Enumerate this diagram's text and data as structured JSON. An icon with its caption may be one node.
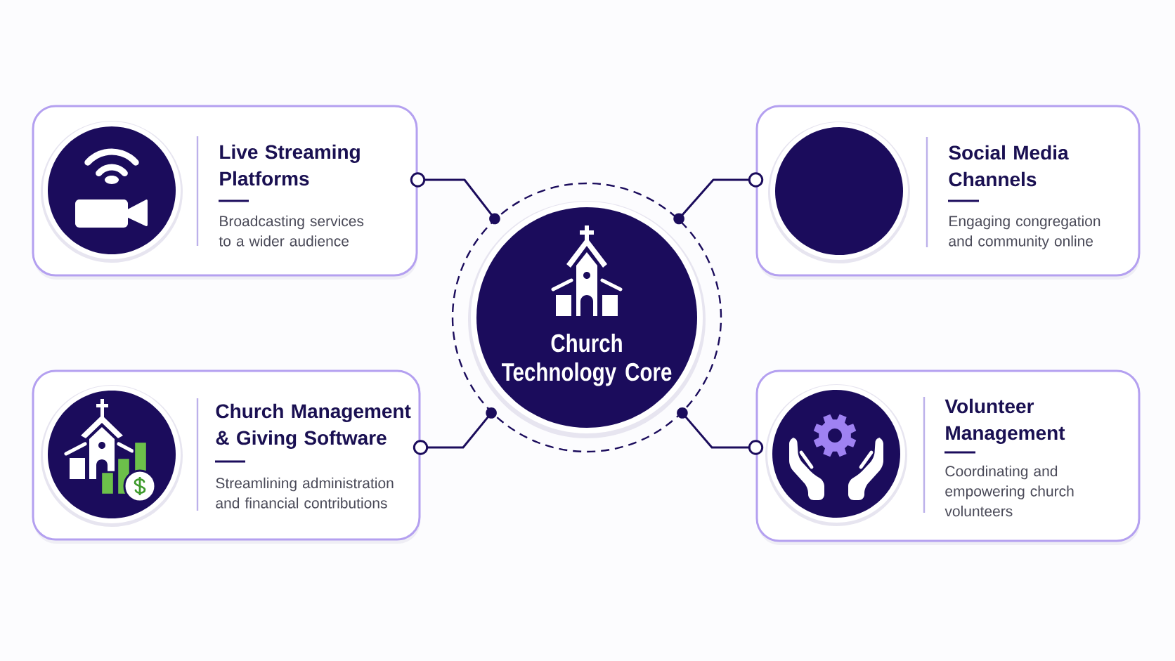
{
  "diagram": {
    "nodes": [
      {
        "text": [
          "Live Streaming Platforms",
          "Broadcasting services to a wider audience"
        ]
      },
      {
        "text": [
          "Social Media Channels",
          "Engaging congregation and community online"
        ]
      },
      {
        "text": [
          "Church Technology Core"
        ]
      },
      {
        "text": [
          "Church Management & Giving Software",
          "Streamlining administration and financial contributions"
        ]
      },
      {
        "text": [
          "Volunteer Management",
          "Coordinating and empowering church volunteers"
        ]
      }
    ],
    "edges": [
      {
        "from": 0,
        "to": 2,
        "arrow": "other"
      },
      {
        "from": 1,
        "to": 2,
        "arrow": "other"
      },
      {
        "from": 3,
        "to": 2,
        "arrow": "other"
      },
      {
        "from": 4,
        "to": 2,
        "arrow": "other"
      }
    ]
  }
}
